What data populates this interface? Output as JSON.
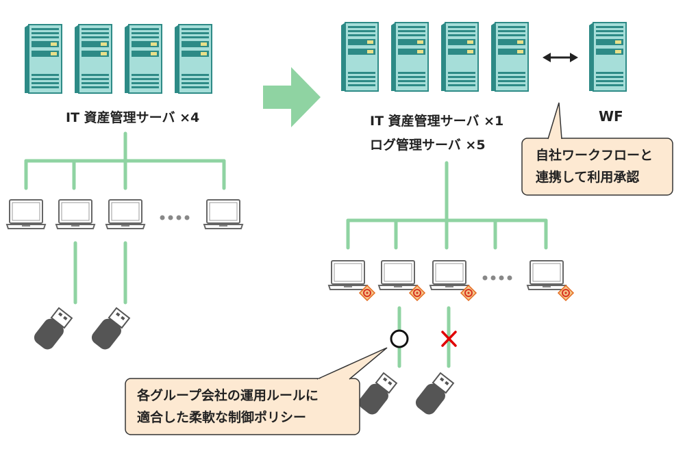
{
  "before": {
    "server_label": "IT 資産管理サーバ ×4"
  },
  "after": {
    "server_label_1": "IT 資産管理サーバ ×1",
    "server_label_2": "ログ管理サーバ ×5",
    "wf_label": "WF"
  },
  "callouts": {
    "workflow": {
      "line1": "自社ワークフローと",
      "line2": "連携して利用承認"
    },
    "policy": {
      "line1": "各グループ会社の運用ルールに",
      "line2": "適合した柔軟な制御ポリシー"
    }
  },
  "marks": {
    "allowed": "○",
    "blocked": "×"
  },
  "colors": {
    "server_body": "#a6ded9",
    "server_stroke": "#2d8a86",
    "network_line": "#8fd3a2",
    "arrow": "#8fd3a2",
    "laptop": "#666666",
    "usb_body": "#555555",
    "callout_bg": "#fde9d2",
    "blocked_mark": "#e00000"
  },
  "icons": [
    "server-icon",
    "laptop-icon",
    "usb-stick-icon",
    "agent-badge-icon",
    "double-arrow-icon"
  ]
}
